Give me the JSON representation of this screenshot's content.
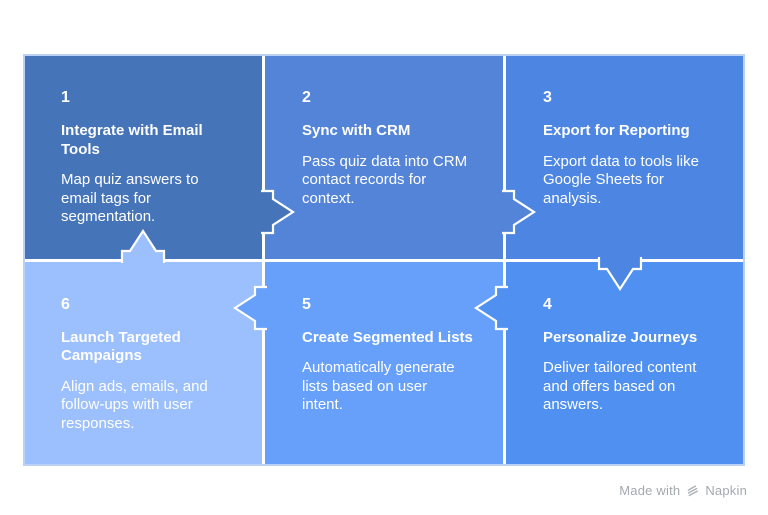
{
  "page": {
    "background": "#ffffff"
  },
  "diagram": {
    "steps": [
      {
        "number": "1",
        "title": "Integrate with Email\nTools",
        "body": "Map quiz answers to\nemail tags for\nsegmentation.",
        "color": "#4674B9",
        "text_color": "#ffffff"
      },
      {
        "number": "2",
        "title": "Sync with CRM",
        "body": "Pass quiz data into CRM\ncontact records for\ncontext.",
        "color": "#5484D7",
        "text_color": "#ffffff"
      },
      {
        "number": "3",
        "title": "Export for Reporting",
        "body": "Export data to tools like\nGoogle Sheets for\nanalysis.",
        "color": "#4D86E2",
        "text_color": "#ffffff"
      },
      {
        "number": "4",
        "title": "Personalize Journeys",
        "body": "Deliver tailored content\nand offers based on\nanswers.",
        "color": "#4F90F0",
        "text_color": "#ffffff"
      },
      {
        "number": "5",
        "title": "Create Segmented Lists",
        "body": "Automatically generate\nlists based on user\nintent.",
        "color": "#67A0FA",
        "text_color": "#ffffff"
      },
      {
        "number": "6",
        "title": "Launch Targeted\nCampaigns",
        "body": "Align ads, emails, and\nfollow-ups with user\nresponses.",
        "color": "#9CBFFD",
        "text_color": "#ffffff"
      }
    ],
    "arrows": [
      {
        "from": 1,
        "to": 2,
        "direction": "right"
      },
      {
        "from": 2,
        "to": 3,
        "direction": "right"
      },
      {
        "from": 3,
        "to": 4,
        "direction": "down"
      },
      {
        "from": 4,
        "to": 5,
        "direction": "left"
      },
      {
        "from": 5,
        "to": 6,
        "direction": "left"
      },
      {
        "from": 6,
        "to": 1,
        "direction": "up"
      }
    ],
    "divider_color": "#ffffff",
    "arrow_outline_color": "#ffffff"
  },
  "watermark": {
    "prefix": "Made with",
    "brand": "Napkin",
    "color": "#a4a9ae"
  }
}
